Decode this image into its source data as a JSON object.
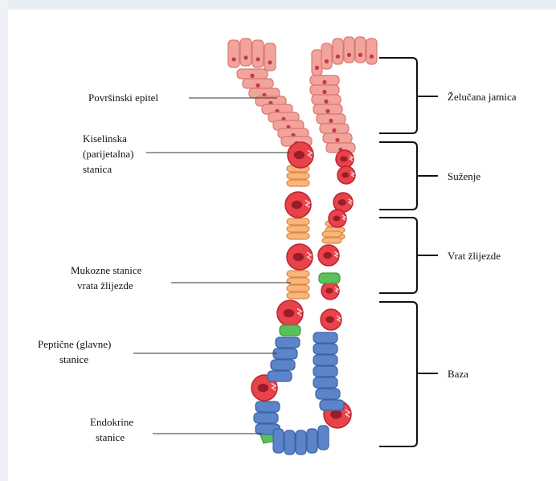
{
  "diagram": {
    "left_labels": {
      "surface_epithelium": "Površinski epitel",
      "parietal_cell": [
        "Kiselinska",
        "(parijetalna)",
        "stanica"
      ],
      "mucous_neck_cells": [
        "Mukozne stanice",
        "vrata žlijezde"
      ],
      "chief_cells": [
        "Peptične (glavne)",
        "stanice"
      ],
      "endocrine_cells": [
        "Endokrine",
        "stanice"
      ]
    },
    "right_labels": {
      "gastric_pit": "Želučana jamica",
      "isthmus": "Suženje",
      "gland_neck": "Vrat žlijezde",
      "base": "Baza"
    },
    "colors": {
      "surface": "#f2a49c",
      "surface_stroke": "#d8786f",
      "parietal": "#e8424a",
      "mucous": "#f9b57a",
      "chief": "#5b84c9",
      "endocrine": "#5cc05a",
      "nucleus": "#c23a45"
    }
  }
}
